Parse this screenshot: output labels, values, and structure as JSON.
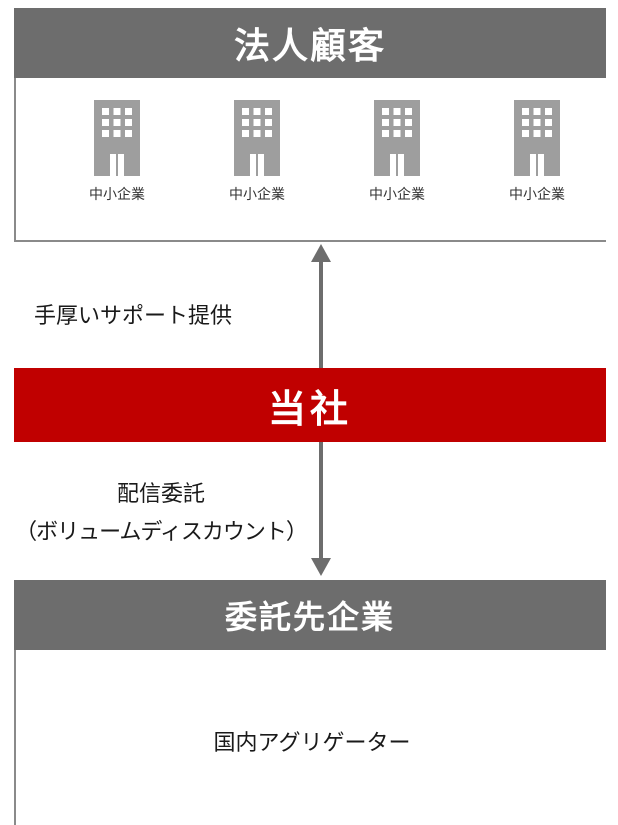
{
  "customers": {
    "title": "法人顧客",
    "companies": [
      {
        "label": "中小企業",
        "icon": "office-building-icon"
      },
      {
        "label": "中小企業",
        "icon": "office-building-icon"
      },
      {
        "label": "中小企業",
        "icon": "office-building-icon"
      },
      {
        "label": "中小企業",
        "icon": "office-building-icon"
      }
    ]
  },
  "arrow": {
    "up_label": "手厚いサポート提供",
    "down_label_line1": "配信委託",
    "down_label_line2": "（ボリュームディスカウント）",
    "icon": "double-headed-arrow-icon"
  },
  "self": {
    "title": "当社"
  },
  "partners": {
    "title": "委託先企業",
    "item": "国内アグリゲーター"
  },
  "colors": {
    "header_gray": "#6d6d6d",
    "accent_red": "#c00000",
    "building_gray": "#9e9e9e",
    "arrow_gray": "#6d6d6d"
  }
}
